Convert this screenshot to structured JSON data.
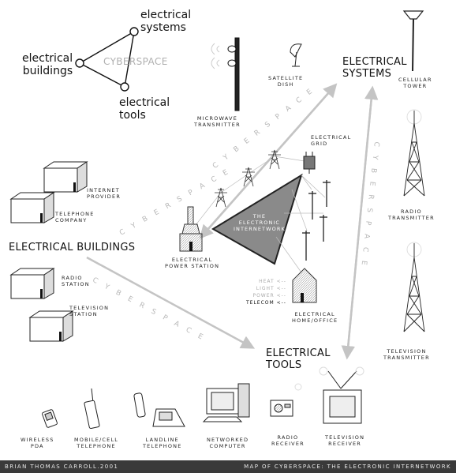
{
  "legend": {
    "systems": "electrical\nsystems",
    "buildings": "electrical\nbuildings",
    "tools": "electrical\ntools",
    "center": "CYBERSPACE"
  },
  "groups": {
    "systems": "ELECTRICAL\nSYSTEMS",
    "buildings": "ELECTRICAL BUILDINGS",
    "tools": "ELECTRICAL\nTOOLS"
  },
  "connectors": {
    "cyber_top": "C Y B E R S P A C E",
    "cyber_left": "C Y B E R S P A C E",
    "cyber_bottom": "C Y B E R S P A C E",
    "cyber_right": "C Y B E R S P A C E"
  },
  "center": {
    "label": "THE\nELECTRONIC\nINTERNETWORK",
    "flows": [
      "HEAT <--",
      "LIGHT <--",
      "POWER <--",
      "TELECOM <--"
    ],
    "grid": "ELECTRICAL\nGRID",
    "power_station": "ELECTRICAL\nPOWER STATION",
    "home_office": "ELECTRICAL\nHOME/OFFICE"
  },
  "systems_items": {
    "microwave": "MICROWAVE\nTRANSMITTER",
    "satellite": "SATELLITE\nDISH",
    "cellular": "CELLULAR\nTOWER",
    "radio_tx": "RADIO\nTRANSMITTER",
    "tv_tx": "TELEVISION\nTRANSMITTER"
  },
  "buildings_items": {
    "isp": "INTERNET\nPROVIDER",
    "phone_co": "TELEPHONE\nCOMPANY",
    "radio_st": "RADIO\nSTATION",
    "tv_st": "TELEVISION\nSTATION"
  },
  "tools_items": {
    "pda": "WIRELESS\nPDA",
    "mobile": "MOBILE/CELL\nTELEPHONE",
    "landline": "LANDLINE\nTELEPHONE",
    "computer": "NETWORKED\nCOMPUTER",
    "radio_rx": "RADIO\nRECEIVER",
    "tv_rx": "TELEVISION\nRECEIVER"
  },
  "footer": {
    "author": "BRIAN THOMAS CARROLL.2001",
    "title": "MAP OF CYBERSPACE: THE ELECTRONIC INTERNETWORK"
  },
  "colors": {
    "ink": "#111111",
    "triangle": "#8a8a8a",
    "connector": "#c4c4c4",
    "footer": "#3a3a3a"
  }
}
